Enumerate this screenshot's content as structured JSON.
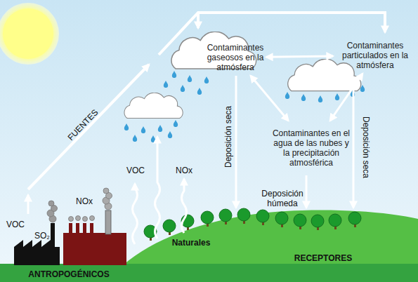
{
  "diagram": {
    "nodes": [
      {
        "text": [
          "Contaminantes gaseosos en la atmósfera"
        ]
      },
      {
        "text": [
          "Contaminantes particulados en la atmósfera"
        ]
      },
      {
        "text": [
          "Contaminantes en el agua de las nubes y la precipitación atmosférica"
        ]
      }
    ],
    "edges": [
      {
        "from": 0,
        "to": 1,
        "arrow": "both"
      },
      {
        "from": 0,
        "to": 2,
        "arrow": "both"
      },
      {
        "from": 1,
        "to": 2,
        "arrow": "both"
      }
    ],
    "labels": [
      "FUENTES",
      "VOC",
      "SO₂",
      "NOx",
      "VOC",
      "NOx",
      "Naturales",
      "ANTROPOGÉNICOS",
      "RECEPTORES",
      "Deposición seca",
      "Deposición húmeda",
      "Deposición seca"
    ]
  }
}
